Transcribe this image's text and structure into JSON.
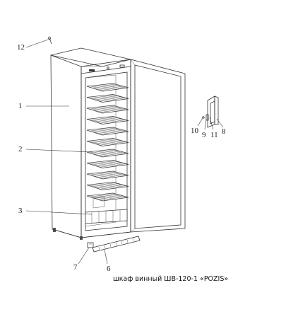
{
  "caption": "шкаф винный ШВ-120-1 «POZIS»",
  "brand_label": "POZIS",
  "callouts": [
    {
      "id": "1",
      "label": "1"
    },
    {
      "id": "2",
      "label": "2"
    },
    {
      "id": "3",
      "label": "3"
    },
    {
      "id": "6",
      "label": "6"
    },
    {
      "id": "7",
      "label": "7"
    },
    {
      "id": "8",
      "label": "8"
    },
    {
      "id": "9",
      "label": "9"
    },
    {
      "id": "10",
      "label": "10"
    },
    {
      "id": "11",
      "label": "11"
    },
    {
      "id": "12",
      "label": "12"
    }
  ]
}
